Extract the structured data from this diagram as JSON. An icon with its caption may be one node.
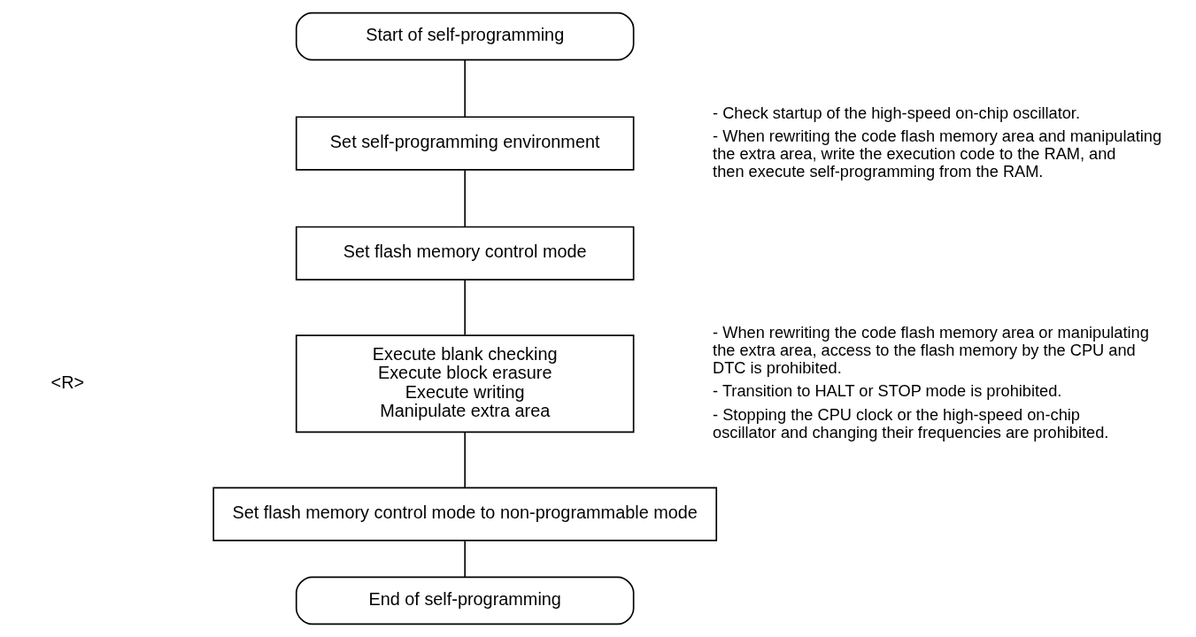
{
  "diagram": {
    "nodes": [
      {
        "text": [
          "Start of self-programming"
        ]
      },
      {
        "text": [
          "Set self-programming environment"
        ],
        "beside": [
          "- Check startup of the high-speed on-chip oscillator.",
          "- When rewriting the code flash memory area and manipulating the extra area, write the execution code to the RAM, and then execute self-programming from the RAM."
        ]
      },
      {
        "text": [
          "Set flash memory control mode"
        ]
      },
      {
        "text": [
          "Execute blank checking",
          "Execute block erasure",
          "Execute writing",
          "Manipulate extra area"
        ]
      },
      {
        "text": [
          "Set flash memory control mode to non-programmable mode"
        ]
      },
      {
        "text": [
          "End of self-programming"
        ]
      }
    ],
    "edges": [
      {
        "from": 0,
        "to": 1,
        "arrow": "none"
      },
      {
        "from": 1,
        "to": 2,
        "arrow": "none"
      },
      {
        "from": 2,
        "to": 3,
        "arrow": "none"
      },
      {
        "from": 3,
        "to": 4,
        "arrow": "none"
      },
      {
        "from": 4,
        "to": 5,
        "arrow": "none"
      }
    ],
    "labels": [
      "<R>",
      "- When rewriting the code flash memory area or manipulating the extra area, access to the flash memory by the CPU and DTC is prohibited.",
      "- Transition to HALT or STOP mode is prohibited.",
      "- Stopping the CPU clock or the high-speed on-chip oscillator and changing their frequencies are prohibited."
    ]
  }
}
